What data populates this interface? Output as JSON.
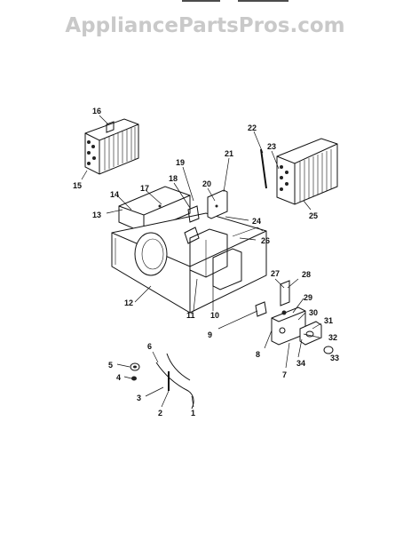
{
  "watermark": {
    "text": "AppliancePartsPros.com"
  },
  "callouts": {
    "n1": "1",
    "n2": "2",
    "n3": "3",
    "n4": "4",
    "n5": "5",
    "n6": "6",
    "n7": "7",
    "n8": "8",
    "n9": "9",
    "n10": "10",
    "n11": "11",
    "n12": "12",
    "n13": "13",
    "n14": "14",
    "n15": "15",
    "n16": "16",
    "n17": "17",
    "n18": "18",
    "n19": "19",
    "n20": "20",
    "n21": "21",
    "n22": "22",
    "n23": "23",
    "n24": "24",
    "n25": "25",
    "n26": "26",
    "n27": "27",
    "n28": "28",
    "n29": "29",
    "n30": "30",
    "n31": "31",
    "n32": "32",
    "n33": "33",
    "n34": "34"
  }
}
